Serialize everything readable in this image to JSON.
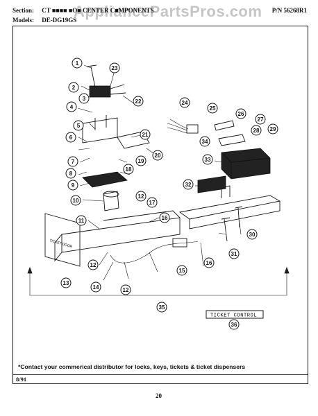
{
  "header": {
    "section_label": "Section:",
    "section_value": "CT ■■■■ ■O■ CENTER C■MPONENTS",
    "models_label": "Models:",
    "models_value": "DE-DG19GS",
    "part_number": "P/N 56268R1",
    "watermark": "AppliancePartsPros.com"
  },
  "diagram": {
    "ticket_control_label": "TICKET CONTROL",
    "ticket_door_label": "TICKET DOOR",
    "callouts": [
      "1",
      "2",
      "3",
      "4",
      "5",
      "6",
      "7",
      "8",
      "9",
      "10",
      "11",
      "12",
      "13",
      "14",
      "15",
      "16",
      "17",
      "18",
      "19",
      "20",
      "21",
      "22",
      "23",
      "24",
      "25",
      "26",
      "27",
      "28",
      "29",
      "30",
      "31",
      "32",
      "33",
      "34",
      "35",
      "36"
    ]
  },
  "footer": {
    "note": "*Contact your commerical distributor for locks, keys, tickets & ticket dispensers",
    "date": "8/91",
    "page": "20"
  }
}
